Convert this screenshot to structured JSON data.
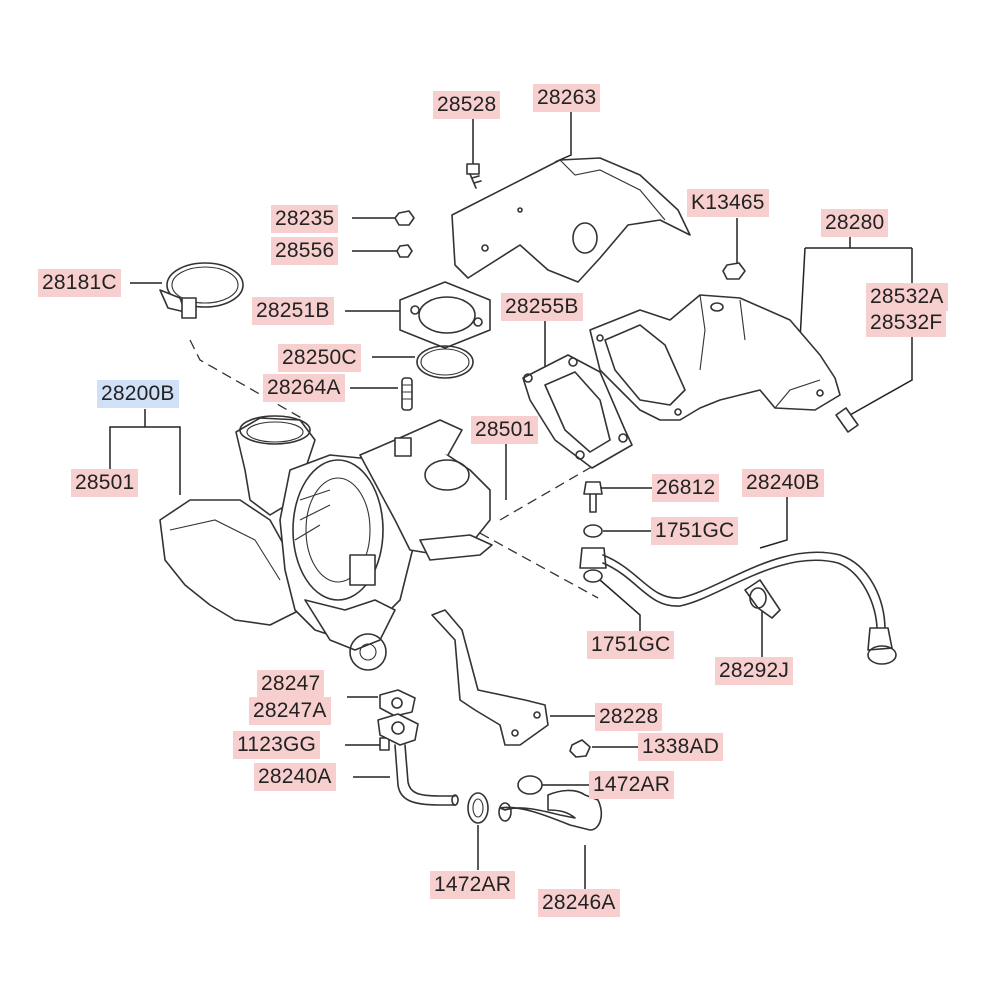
{
  "colors": {
    "part_label_bg": "#f7cfcf",
    "assembly_label_bg": "#cfe0f7",
    "line": "#333333"
  },
  "labels": {
    "l28528": "28528",
    "l28263": "28263",
    "l28235": "28235",
    "l28556": "28556",
    "lK13465": "K13465",
    "l28280": "28280",
    "l28181C": "28181C",
    "l28251B": "28251B",
    "l28255B": "28255B",
    "l28532A": "28532A",
    "l28532F": "28532F",
    "l28250C": "28250C",
    "l28264A": "28264A",
    "l28200B": "28200B",
    "l28501a": "28501",
    "l28501b": "28501",
    "l26812": "26812",
    "l28240B": "28240B",
    "l1751GCa": "1751GC",
    "l1751GCb": "1751GC",
    "l28292J": "28292J",
    "l28247": "28247",
    "l28247A": "28247A",
    "l28228": "28228",
    "l1123GG": "1123GG",
    "l1338AD": "1338AD",
    "l28240A": "28240A",
    "l1472ARa": "1472AR",
    "l1472ARb": "1472AR",
    "l28246A": "28246A"
  }
}
